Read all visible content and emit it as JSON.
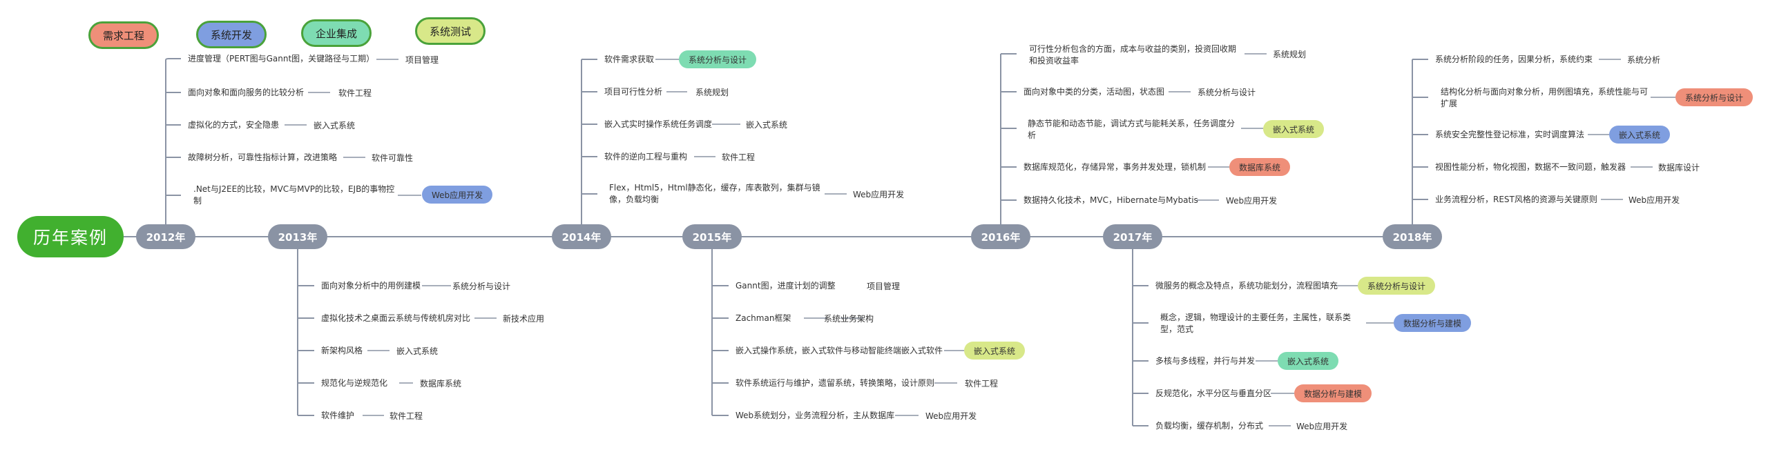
{
  "legend": [
    {
      "label": "需求工程",
      "color": "#ef8f79"
    },
    {
      "label": "系统开发",
      "color": "#7f9ee0"
    },
    {
      "label": "企业集成",
      "color": "#7edcb2"
    },
    {
      "label": "系统测试",
      "color": "#d8e889"
    }
  ],
  "root": {
    "label": "历年案例",
    "color": "#41b02f"
  },
  "years": {
    "y2012": {
      "label": "2012年"
    },
    "y2013": {
      "label": "2013年"
    },
    "y2014": {
      "label": "2014年"
    },
    "y2015": {
      "label": "2015年"
    },
    "y2016": {
      "label": "2016年"
    },
    "y2017": {
      "label": "2017年"
    },
    "y2018": {
      "label": "2018年"
    }
  },
  "y2012": {
    "items": [
      {
        "text": "进度管理（PERT图与Gannt图，关键路径与工期）",
        "tag": "项目管理"
      },
      {
        "text": "面向对象和面向服务的比较分析",
        "tag": "软件工程"
      },
      {
        "text": "虚拟化的方式，安全隐患",
        "tag": "嵌入式系统"
      },
      {
        "text": "故障树分析，可靠性指标计算，改进策略",
        "tag": "软件可靠性"
      },
      {
        "text": ".Net与J2EE的比较，MVC与MVP的比较，EJB的事物控制",
        "tag": "Web应用开发"
      }
    ]
  },
  "y2013": {
    "items": [
      {
        "text": "面向对象分析中的用例建模",
        "tag": "系统分析与设计"
      },
      {
        "text": "虚拟化技术之桌面云系统与传统机房对比",
        "tag": "新技术应用"
      },
      {
        "text": "新架构风格",
        "tag": "嵌入式系统"
      },
      {
        "text": "规范化与逆规范化",
        "tag": "数据库系统"
      },
      {
        "text": "软件维护",
        "tag": "软件工程"
      }
    ]
  },
  "y2014": {
    "items": [
      {
        "text": "软件需求获取",
        "tag": "系统分析与设计"
      },
      {
        "text": "项目可行性分析",
        "tag": "系统规划"
      },
      {
        "text": "嵌入式实时操作系统任务调度",
        "tag": "嵌入式系统"
      },
      {
        "text": "软件的逆向工程与重构",
        "tag": "软件工程"
      },
      {
        "text": "Flex，Html5，Html静态化，缓存，库表散列，集群与镜像，负载均衡",
        "tag": "Web应用开发"
      }
    ]
  },
  "y2015": {
    "items": [
      {
        "text": "Gannt图，进度计划的调整",
        "tag": "项目管理"
      },
      {
        "text": "Zachman框架",
        "tag": "系统业务架构"
      },
      {
        "text": "嵌入式操作系统，嵌入式软件与移动智能终端嵌入式软件",
        "tag": "嵌入式系统"
      },
      {
        "text": "软件系统运行与维护，遗留系统，转换策略，设计原则",
        "tag": "软件工程"
      },
      {
        "text": "Web系统划分，业务流程分析，主从数据库",
        "tag": "Web应用开发"
      }
    ]
  },
  "y2016": {
    "items": [
      {
        "text": "可行性分析包含的方面，成本与收益的类别，投资回收期和投资收益率",
        "tag": "系统规划"
      },
      {
        "text": "面向对象中类的分类，活动图，状态图",
        "tag": "系统分析与设计"
      },
      {
        "text": "静态节能和动态节能，调试方式与能耗关系，任务调度分析",
        "tag": "嵌入式系统"
      },
      {
        "text": "数据库规范化，存储异常，事务并发处理，锁机制",
        "tag": "数据库系统"
      },
      {
        "text": "数据持久化技术，MVC，Hibernate与Mybatis",
        "tag": "Web应用开发"
      }
    ]
  },
  "y2017": {
    "items": [
      {
        "text": "微服务的概念及特点，系统功能划分，流程图填充",
        "tag": "系统分析与设计"
      },
      {
        "text": "概念，逻辑，物理设计的主要任务，主属性，联系类型，范式",
        "tag": "数据分析与建模"
      },
      {
        "text": "多核与多线程，并行与并发",
        "tag": "嵌入式系统"
      },
      {
        "text": "反规范化，水平分区与垂直分区",
        "tag": "数据分析与建模"
      },
      {
        "text": "负载均衡，缓存机制，分布式",
        "tag": "Web应用开发"
      }
    ]
  },
  "y2018": {
    "items": [
      {
        "text": "系统分析阶段的任务，因果分析，系统约束",
        "tag": "系统分析"
      },
      {
        "text": "结构化分析与面向对象分析，用例图填充，系统性能与可扩展",
        "tag": "系统分析与设计"
      },
      {
        "text": "系统安全完整性登记标准，实时调度算法",
        "tag": "嵌入式系统"
      },
      {
        "text": "视图性能分析，物化视图，数据不一致问题，触发器",
        "tag": "数据库设计"
      },
      {
        "text": "业务流程分析，REST风格的资源与关键原则",
        "tag": "Web应用开发"
      }
    ]
  }
}
